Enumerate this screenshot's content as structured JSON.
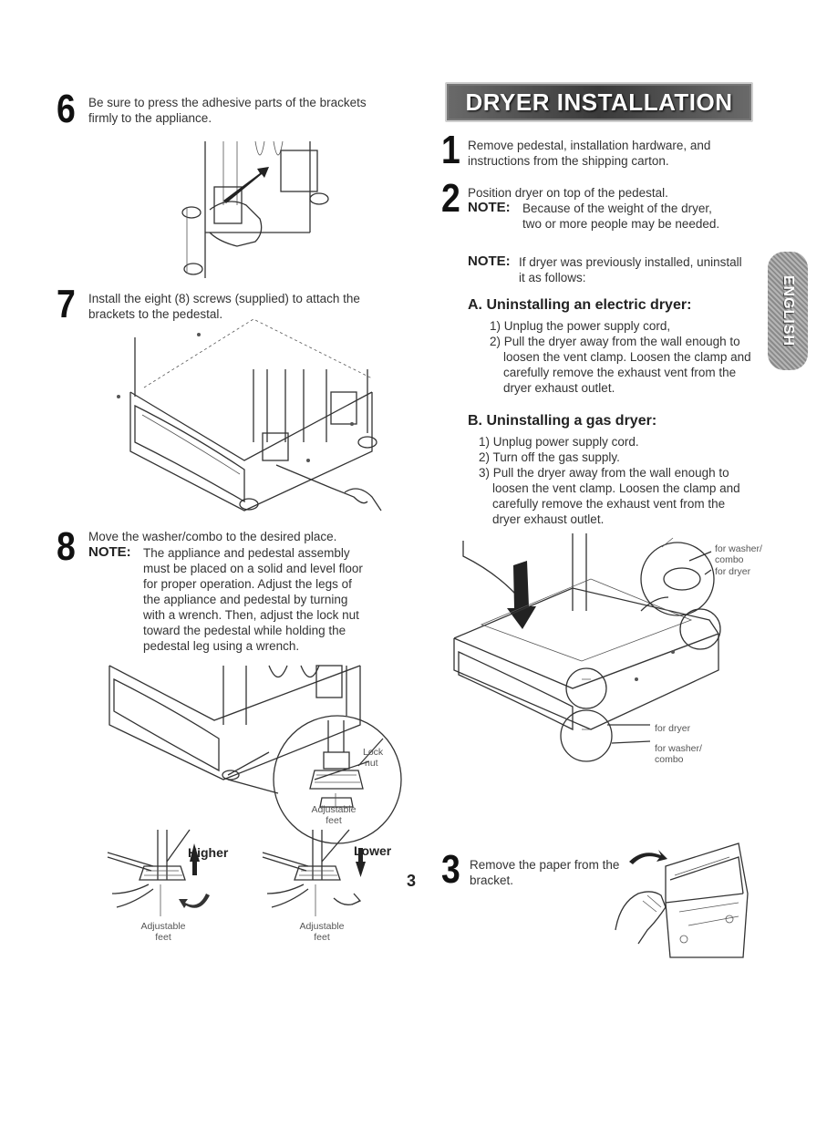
{
  "left": {
    "step6": {
      "num": "6",
      "line1": "Be sure to press the adhesive parts of the brackets",
      "line2": "firmly to the appliance."
    },
    "step7": {
      "num": "7",
      "line1": "Install the eight (8) screws (supplied) to attach the",
      "line2": "brackets to the pedestal."
    },
    "step8": {
      "num": "8",
      "line1": "Move the washer/combo to the desired place.",
      "note_label": "NOTE:",
      "note_lines": [
        "The appliance and pedestal assembly",
        "must be placed on a solid and level floor",
        "for proper operation. Adjust the legs of",
        "the appliance and pedestal by turning",
        "with a wrench. Then, adjust the lock nut",
        "toward the pedestal while holding the",
        "pedestal leg using a wrench."
      ]
    },
    "labels": {
      "lock_nut_1": "Lock",
      "lock_nut_2": "nut",
      "adjustable_feet_1": "Adjustable",
      "adjustable_feet_2": "feet",
      "higher": "Higher",
      "lower": "Lower",
      "adj_left_1": "Adjustable",
      "adj_left_2": "feet",
      "adj_right_1": "Adjustable",
      "adj_right_2": "feet"
    }
  },
  "right": {
    "banner": "DRYER INSTALLATION",
    "side_tab": "ENGLISH",
    "step1": {
      "num": "1",
      "line1": "Remove pedestal, installation hardware, and",
      "line2": "instructions from the shipping carton."
    },
    "step2": {
      "num": "2",
      "line1": "Position dryer on top of the pedestal.",
      "note_label": "NOTE:",
      "note_line1": "Because of the weight of the dryer,",
      "note_line2": "two or more people may be needed."
    },
    "note3": {
      "label": "NOTE:",
      "line1": "If dryer was previously installed, uninstall",
      "line2": "it as follows:"
    },
    "sectionA": {
      "title": "A. Uninstalling an electric dryer:",
      "items": [
        "1) Unplug the power supply cord,",
        "2) Pull the dryer away from the wall enough to",
        "loosen the vent clamp. Loosen the clamp and",
        "carefully remove the exhaust vent from the",
        "dryer exhaust outlet."
      ]
    },
    "sectionB": {
      "title": "B. Uninstalling a gas dryer:",
      "items": [
        "1) Unplug power supply cord.",
        "2) Turn off the gas supply.",
        "3) Pull the dryer away from the wall enough to",
        "loosen the vent clamp. Loosen the clamp and",
        "carefully remove the exhaust vent from the",
        "dryer exhaust outlet."
      ]
    },
    "diagram_labels": {
      "for_washer_combo_top_1": "for washer/",
      "for_washer_combo_top_2": "combo",
      "for_dryer_top": "for dryer",
      "for_dryer_bottom": "for dryer",
      "for_washer_combo_bottom_1": "for washer/",
      "for_washer_combo_bottom_2": "combo"
    },
    "step3": {
      "num": "3",
      "line1": "Remove the paper from the",
      "line2": "bracket."
    }
  },
  "page_number": "3"
}
